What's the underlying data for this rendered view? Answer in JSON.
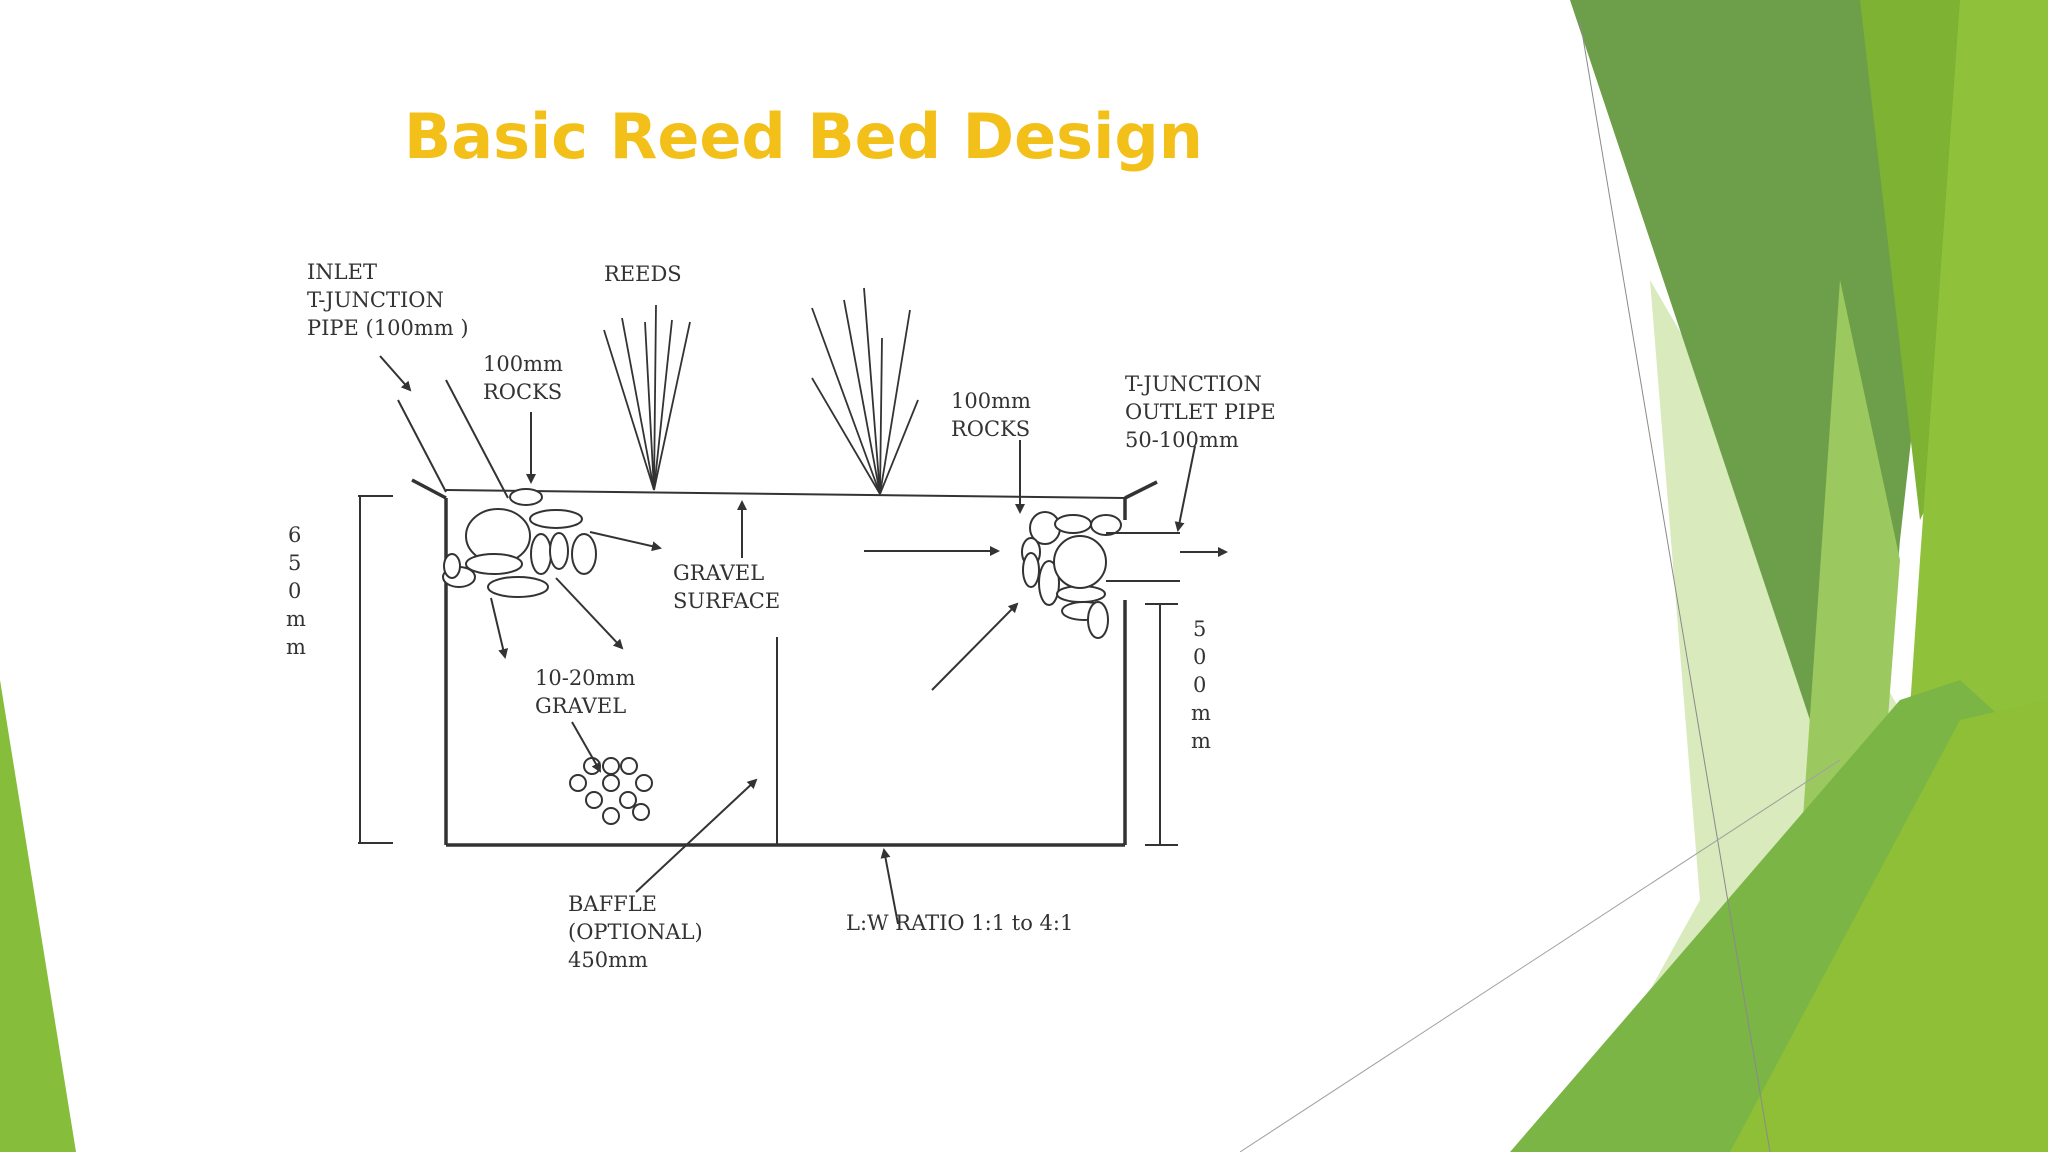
{
  "slide": {
    "title": "Basic Reed Bed Design"
  },
  "diagram": {
    "labels": {
      "inlet_line1": "INLET",
      "inlet_line2": "T-JUNCTION",
      "inlet_line3": "PIPE (100mm )",
      "reeds": "REEDS",
      "rocks_left_line1": "100mm",
      "rocks_left_line2": "ROCKS",
      "rocks_right_line1": "100mm",
      "rocks_right_line2": "ROCKS",
      "outlet_line1": "T-JUNCTION",
      "outlet_line2": "OUTLET PIPE",
      "outlet_line3": "50-100mm",
      "gravel_surface_line1": "GRAVEL",
      "gravel_surface_line2": "SURFACE",
      "gravel_size_line1": "10-20mm",
      "gravel_size_line2": "GRAVEL",
      "baffle_line1": "BAFFLE",
      "baffle_line2": "(OPTIONAL)",
      "baffle_line3": "450mm",
      "ratio": "L:W RATIO 1:1 to 4:1"
    },
    "dimension_left": [
      "6",
      "5",
      "0",
      "m",
      "m"
    ],
    "dimension_right": [
      "5",
      "0",
      "0",
      "m",
      "m"
    ]
  },
  "colors": {
    "title": "#f3c01a",
    "line": "#333333",
    "green_dark": "#5a8f3c",
    "green_mid": "#7cb342",
    "green_light": "#9acd45",
    "green_pale": "#d7e9b8"
  }
}
